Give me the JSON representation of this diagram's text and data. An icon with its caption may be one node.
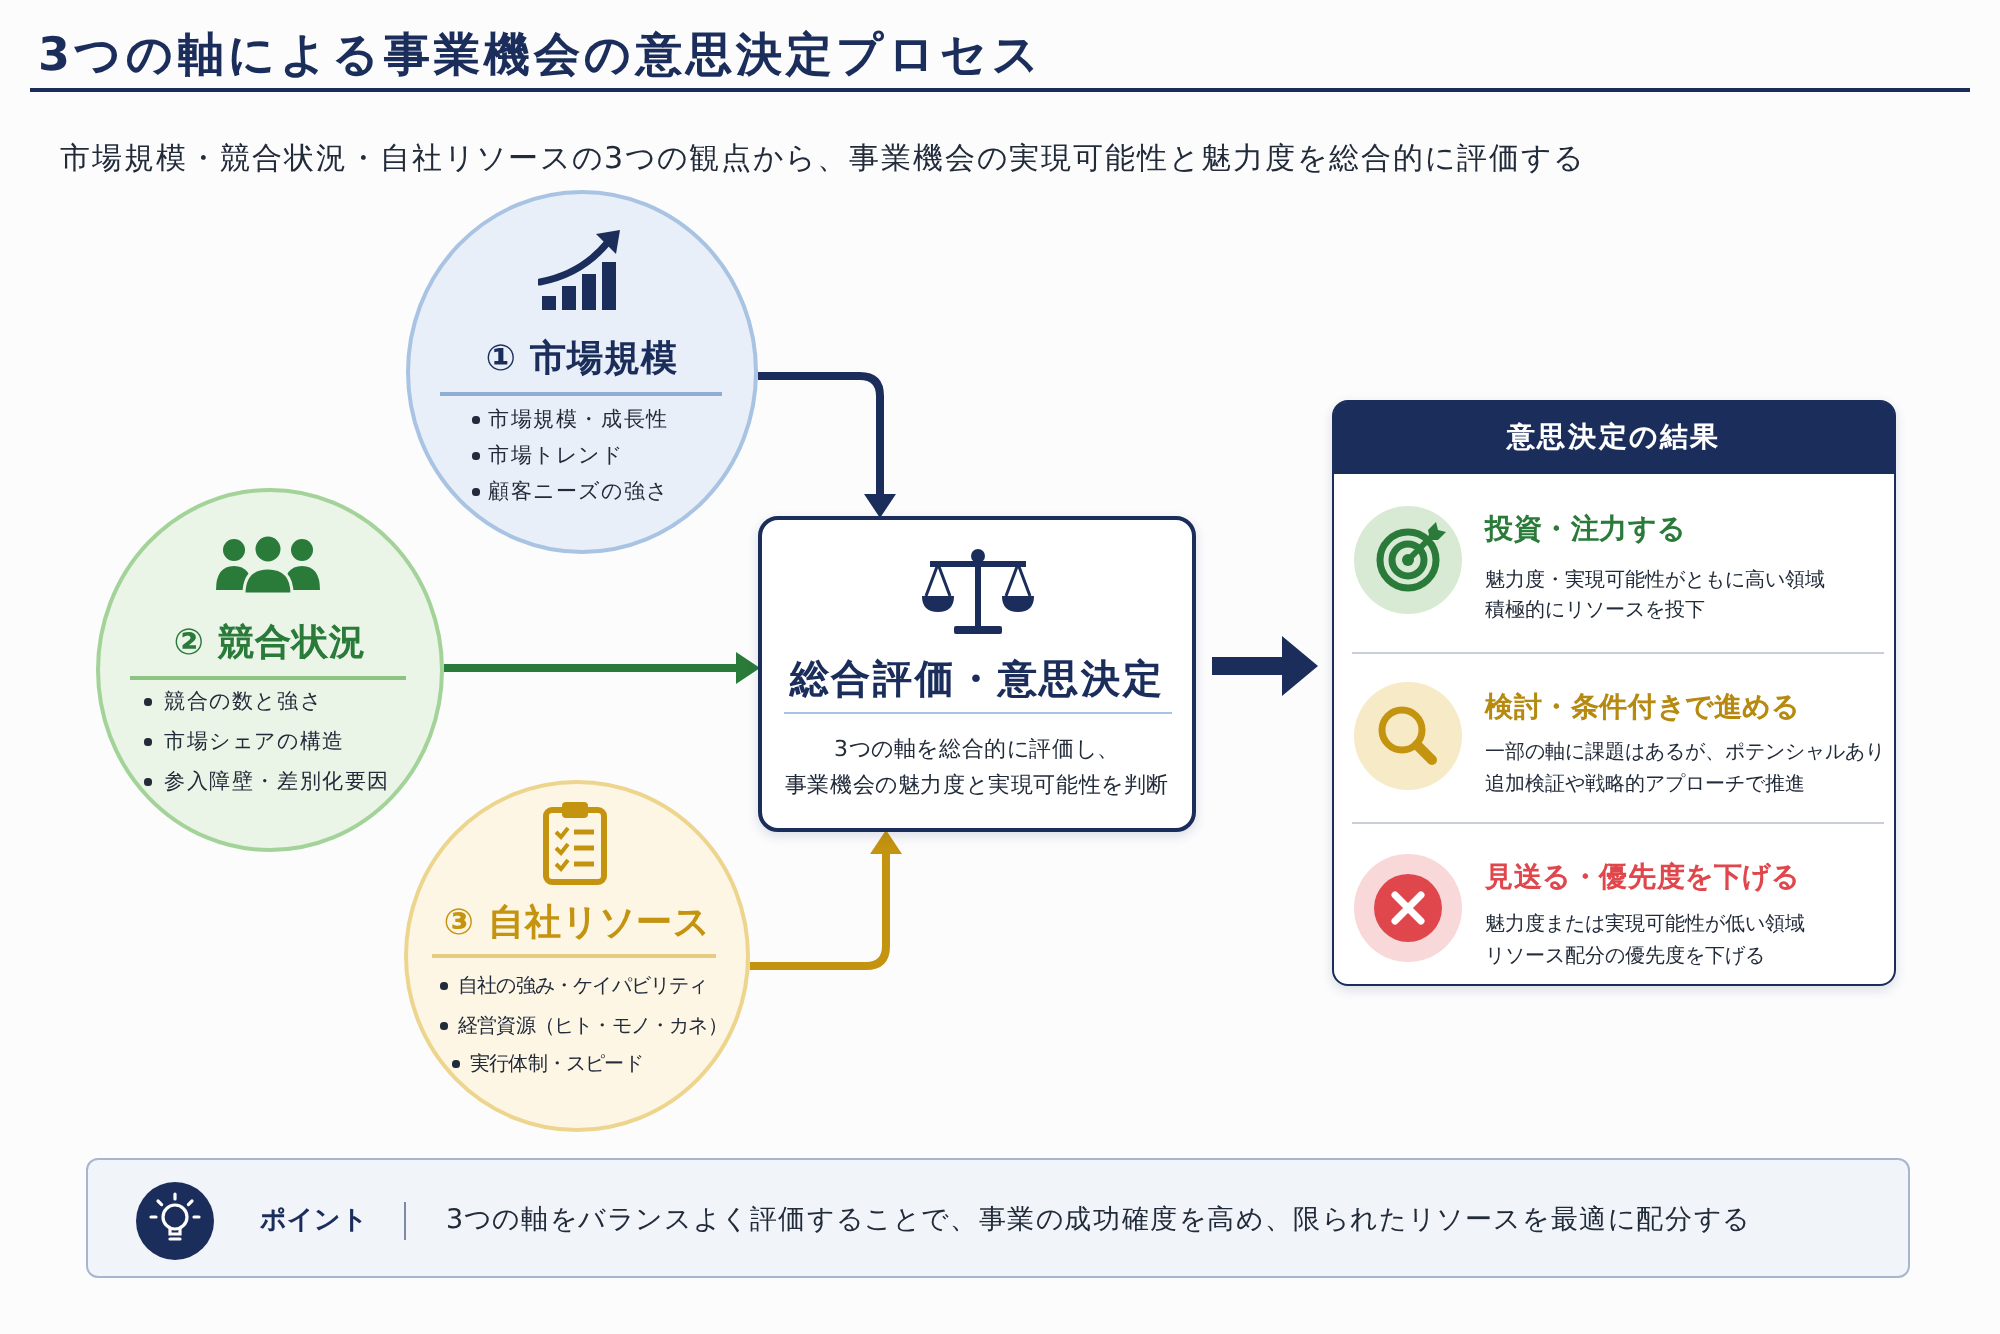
{
  "diagram": {
    "title": "3つの軸による事業機会の意思決定プロセス",
    "nodes": [
      {
        "text": [
          "① 市場規模",
          "市場規模・成長性",
          "市場トレンド",
          "顧客ニーズの強さ"
        ]
      },
      {
        "text": [
          "② 競合状況",
          "競合の数と強さ",
          "市場シェアの構造",
          "参入障壁・差別化要因"
        ]
      },
      {
        "text": [
          "③ 自社リソース",
          "自社の強み・ケイパビリティ",
          "経営資源（ヒト・モノ・カネ）",
          "実行体制・スピード"
        ]
      },
      {
        "text": [
          "総合評価・意思決定",
          "3つの軸を総合的に評価し、事業機会の魅力度と実現可能性を判断"
        ]
      },
      {
        "text": [
          "意思決定の結果"
        ]
      },
      {
        "text": [
          "投資・注力する",
          "魅力度・実現可能性がともに高い領域",
          "積極的にリソースを投下"
        ],
        "in": 4
      },
      {
        "text": [
          "検討・条件付きで進める",
          "一部の軸に課題はあるが、ポテンシャルあり",
          "追加検証や戦略的アプローチで推進"
        ],
        "in": 4
      },
      {
        "text": [
          "見送る・優先度を下げる",
          "魅力度または実現可能性が低い領域",
          "リソース配分の優先度を下げる"
        ],
        "in": 4
      },
      {
        "text": [
          "ポイント",
          "3つの軸をバランスよく評価することで、事業の成功確度を高め、限られたリソースを最適に配分する"
        ]
      }
    ],
    "edges": [
      {
        "from": 0,
        "to": 3,
        "arrow": "to"
      },
      {
        "from": 1,
        "to": 3,
        "arrow": "to",
        "color": "#2a7a3a"
      },
      {
        "from": 2,
        "to": 3,
        "arrow": "to",
        "color": "#c4930f"
      },
      {
        "from": 3,
        "to": 4,
        "arrow": "to",
        "style": "thick"
      }
    ],
    "labels": [
      "市場規模・競合状況・自社リソースの3つの観点から、事業機会の実現可能性と魅力度を総合的に評価する"
    ]
  }
}
